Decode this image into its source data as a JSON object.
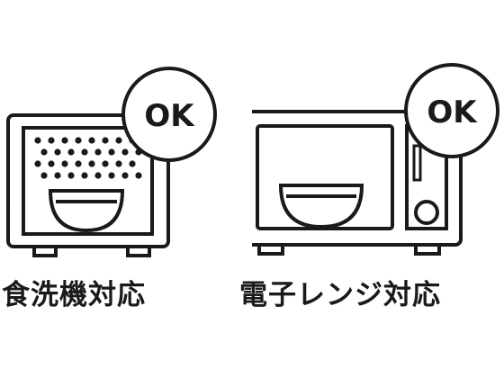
{
  "panels": [
    {
      "badge": "OK",
      "caption": "食洗機対応",
      "icon": "dishwasher-icon"
    },
    {
      "badge": "OK",
      "caption": "電子レンジ対応",
      "icon": "microwave-icon"
    }
  ],
  "colors": {
    "stroke": "#1a1a1a",
    "background": "#ffffff"
  }
}
